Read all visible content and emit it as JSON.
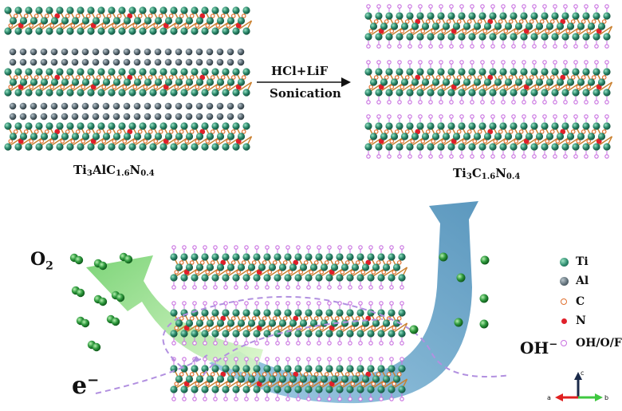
{
  "top": {
    "left_compound": {
      "a": "Ti",
      "s1": "3",
      "b": "AlC",
      "s2": "1.6",
      "c": "N",
      "s3": "0.4"
    },
    "right_compound": {
      "a": "Ti",
      "s1": "3",
      "b": "C",
      "s2": "1.6",
      "c": "N",
      "s3": "0.4"
    },
    "process_reagent": "HCl+LiF",
    "process_step": "Sonication"
  },
  "bottom": {
    "product_label": "O",
    "product_sub": "2",
    "reactant_label": "OH",
    "reactant_sup": "−",
    "electron_label": "e",
    "electron_sup": "−"
  },
  "legend": [
    {
      "label": "Ti",
      "color": "#2e8b6e"
    },
    {
      "label": "Al",
      "color": "#5a6a73"
    },
    {
      "label": "C",
      "color": "#e0702e"
    },
    {
      "label": "N",
      "color": "#e0202a"
    },
    {
      "label": "OH/O/F",
      "color": "#c870e0"
    }
  ],
  "axes": {
    "c": "c",
    "a": "a",
    "b": "b"
  },
  "colors": {
    "ti": "#2e8b6e",
    "al": "#5a6a73",
    "c": "#e0702e",
    "n": "#e0202a",
    "termination": "#c870e0",
    "bond": "#c9802f",
    "green_arrow": "#8fd87a",
    "blue_arrow": "#5e9fc4",
    "dash": "#b290e0"
  }
}
